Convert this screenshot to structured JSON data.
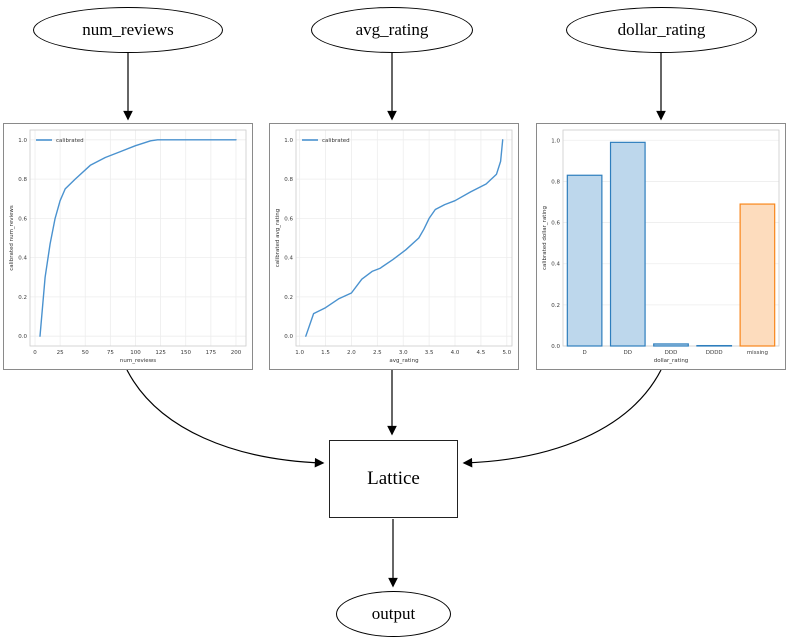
{
  "diagram": {
    "nodes": {
      "num_reviews": {
        "label": "num_reviews"
      },
      "avg_rating": {
        "label": "avg_rating"
      },
      "dollar_rating": {
        "label": "dollar_rating"
      },
      "lattice": {
        "label": "Lattice"
      },
      "output": {
        "label": "output"
      }
    },
    "colors": {
      "edge": "#000000",
      "node_border": "#000000"
    }
  },
  "chart_data": [
    {
      "type": "line",
      "title": "",
      "xlabel": "num_reviews",
      "ylabel": "calibrated num_reviews",
      "legend": [
        "calibrated"
      ],
      "legend_position": "upper left",
      "grid": true,
      "xlim": [
        -5,
        210
      ],
      "ylim": [
        -0.05,
        1.05
      ],
      "xticks": [
        0,
        25,
        50,
        75,
        100,
        125,
        150,
        175,
        200
      ],
      "xtick_labels": [
        "0",
        "25",
        "50",
        "75",
        "100",
        "125",
        "150",
        "175",
        "200"
      ],
      "yticks": [
        0.0,
        0.2,
        0.4,
        0.6,
        0.8,
        1.0
      ],
      "ytick_labels": [
        "0.0",
        "0.2",
        "0.4",
        "0.6",
        "0.8",
        "1.0"
      ],
      "line_color": "#4a92cf",
      "points": [
        [
          5,
          0.0
        ],
        [
          10,
          0.3
        ],
        [
          15,
          0.47
        ],
        [
          20,
          0.6
        ],
        [
          25,
          0.69
        ],
        [
          30,
          0.75
        ],
        [
          40,
          0.8
        ],
        [
          55,
          0.87
        ],
        [
          70,
          0.91
        ],
        [
          85,
          0.94
        ],
        [
          100,
          0.97
        ],
        [
          115,
          0.995
        ],
        [
          122,
          1.0
        ],
        [
          200,
          1.0
        ]
      ]
    },
    {
      "type": "line",
      "title": "",
      "xlabel": "avg_rating",
      "ylabel": "calibrated avg_rating",
      "legend": [
        "calibrated"
      ],
      "legend_position": "upper left",
      "grid": true,
      "xlim": [
        0.93,
        5.1
      ],
      "ylim": [
        -0.05,
        1.05
      ],
      "xticks": [
        1.0,
        1.5,
        2.0,
        2.5,
        3.0,
        3.5,
        4.0,
        4.5,
        5.0
      ],
      "xtick_labels": [
        "1.0",
        "1.5",
        "2.0",
        "2.5",
        "3.0",
        "3.5",
        "4.0",
        "4.5",
        "5.0"
      ],
      "yticks": [
        0.0,
        0.2,
        0.4,
        0.6,
        0.8,
        1.0
      ],
      "ytick_labels": [
        "0.0",
        "0.2",
        "0.4",
        "0.6",
        "0.8",
        "1.0"
      ],
      "line_color": "#4a92cf",
      "points": [
        [
          1.12,
          0.0
        ],
        [
          1.27,
          0.115
        ],
        [
          1.5,
          0.145
        ],
        [
          1.75,
          0.19
        ],
        [
          2.0,
          0.22
        ],
        [
          2.2,
          0.29
        ],
        [
          2.4,
          0.33
        ],
        [
          2.55,
          0.345
        ],
        [
          2.8,
          0.39
        ],
        [
          3.05,
          0.44
        ],
        [
          3.3,
          0.5
        ],
        [
          3.4,
          0.545
        ],
        [
          3.5,
          0.6
        ],
        [
          3.62,
          0.645
        ],
        [
          3.8,
          0.67
        ],
        [
          4.0,
          0.69
        ],
        [
          4.3,
          0.735
        ],
        [
          4.6,
          0.775
        ],
        [
          4.8,
          0.825
        ],
        [
          4.88,
          0.89
        ],
        [
          4.92,
          1.0
        ]
      ]
    },
    {
      "type": "bar",
      "title": "",
      "xlabel": "dollar_rating",
      "ylabel": "calibrated dollar_rating",
      "grid": true,
      "ylim": [
        0,
        1.05
      ],
      "yticks": [
        0.0,
        0.2,
        0.4,
        0.6,
        0.8,
        1.0
      ],
      "ytick_labels": [
        "0.0",
        "0.2",
        "0.4",
        "0.6",
        "0.8",
        "1.0"
      ],
      "categories": [
        "D",
        "DD",
        "DDD",
        "DDDD",
        "missing"
      ],
      "values": [
        0.83,
        0.99,
        0.01,
        0.002,
        0.69
      ],
      "bar_fills": [
        "#bdd7ec",
        "#bdd7ec",
        "#bdd7ec",
        "#bdd7ec",
        "#fddcbd"
      ],
      "bar_edges": [
        "#2e7ebd",
        "#2e7ebd",
        "#2e7ebd",
        "#2e7ebd",
        "#f8861b"
      ]
    }
  ]
}
